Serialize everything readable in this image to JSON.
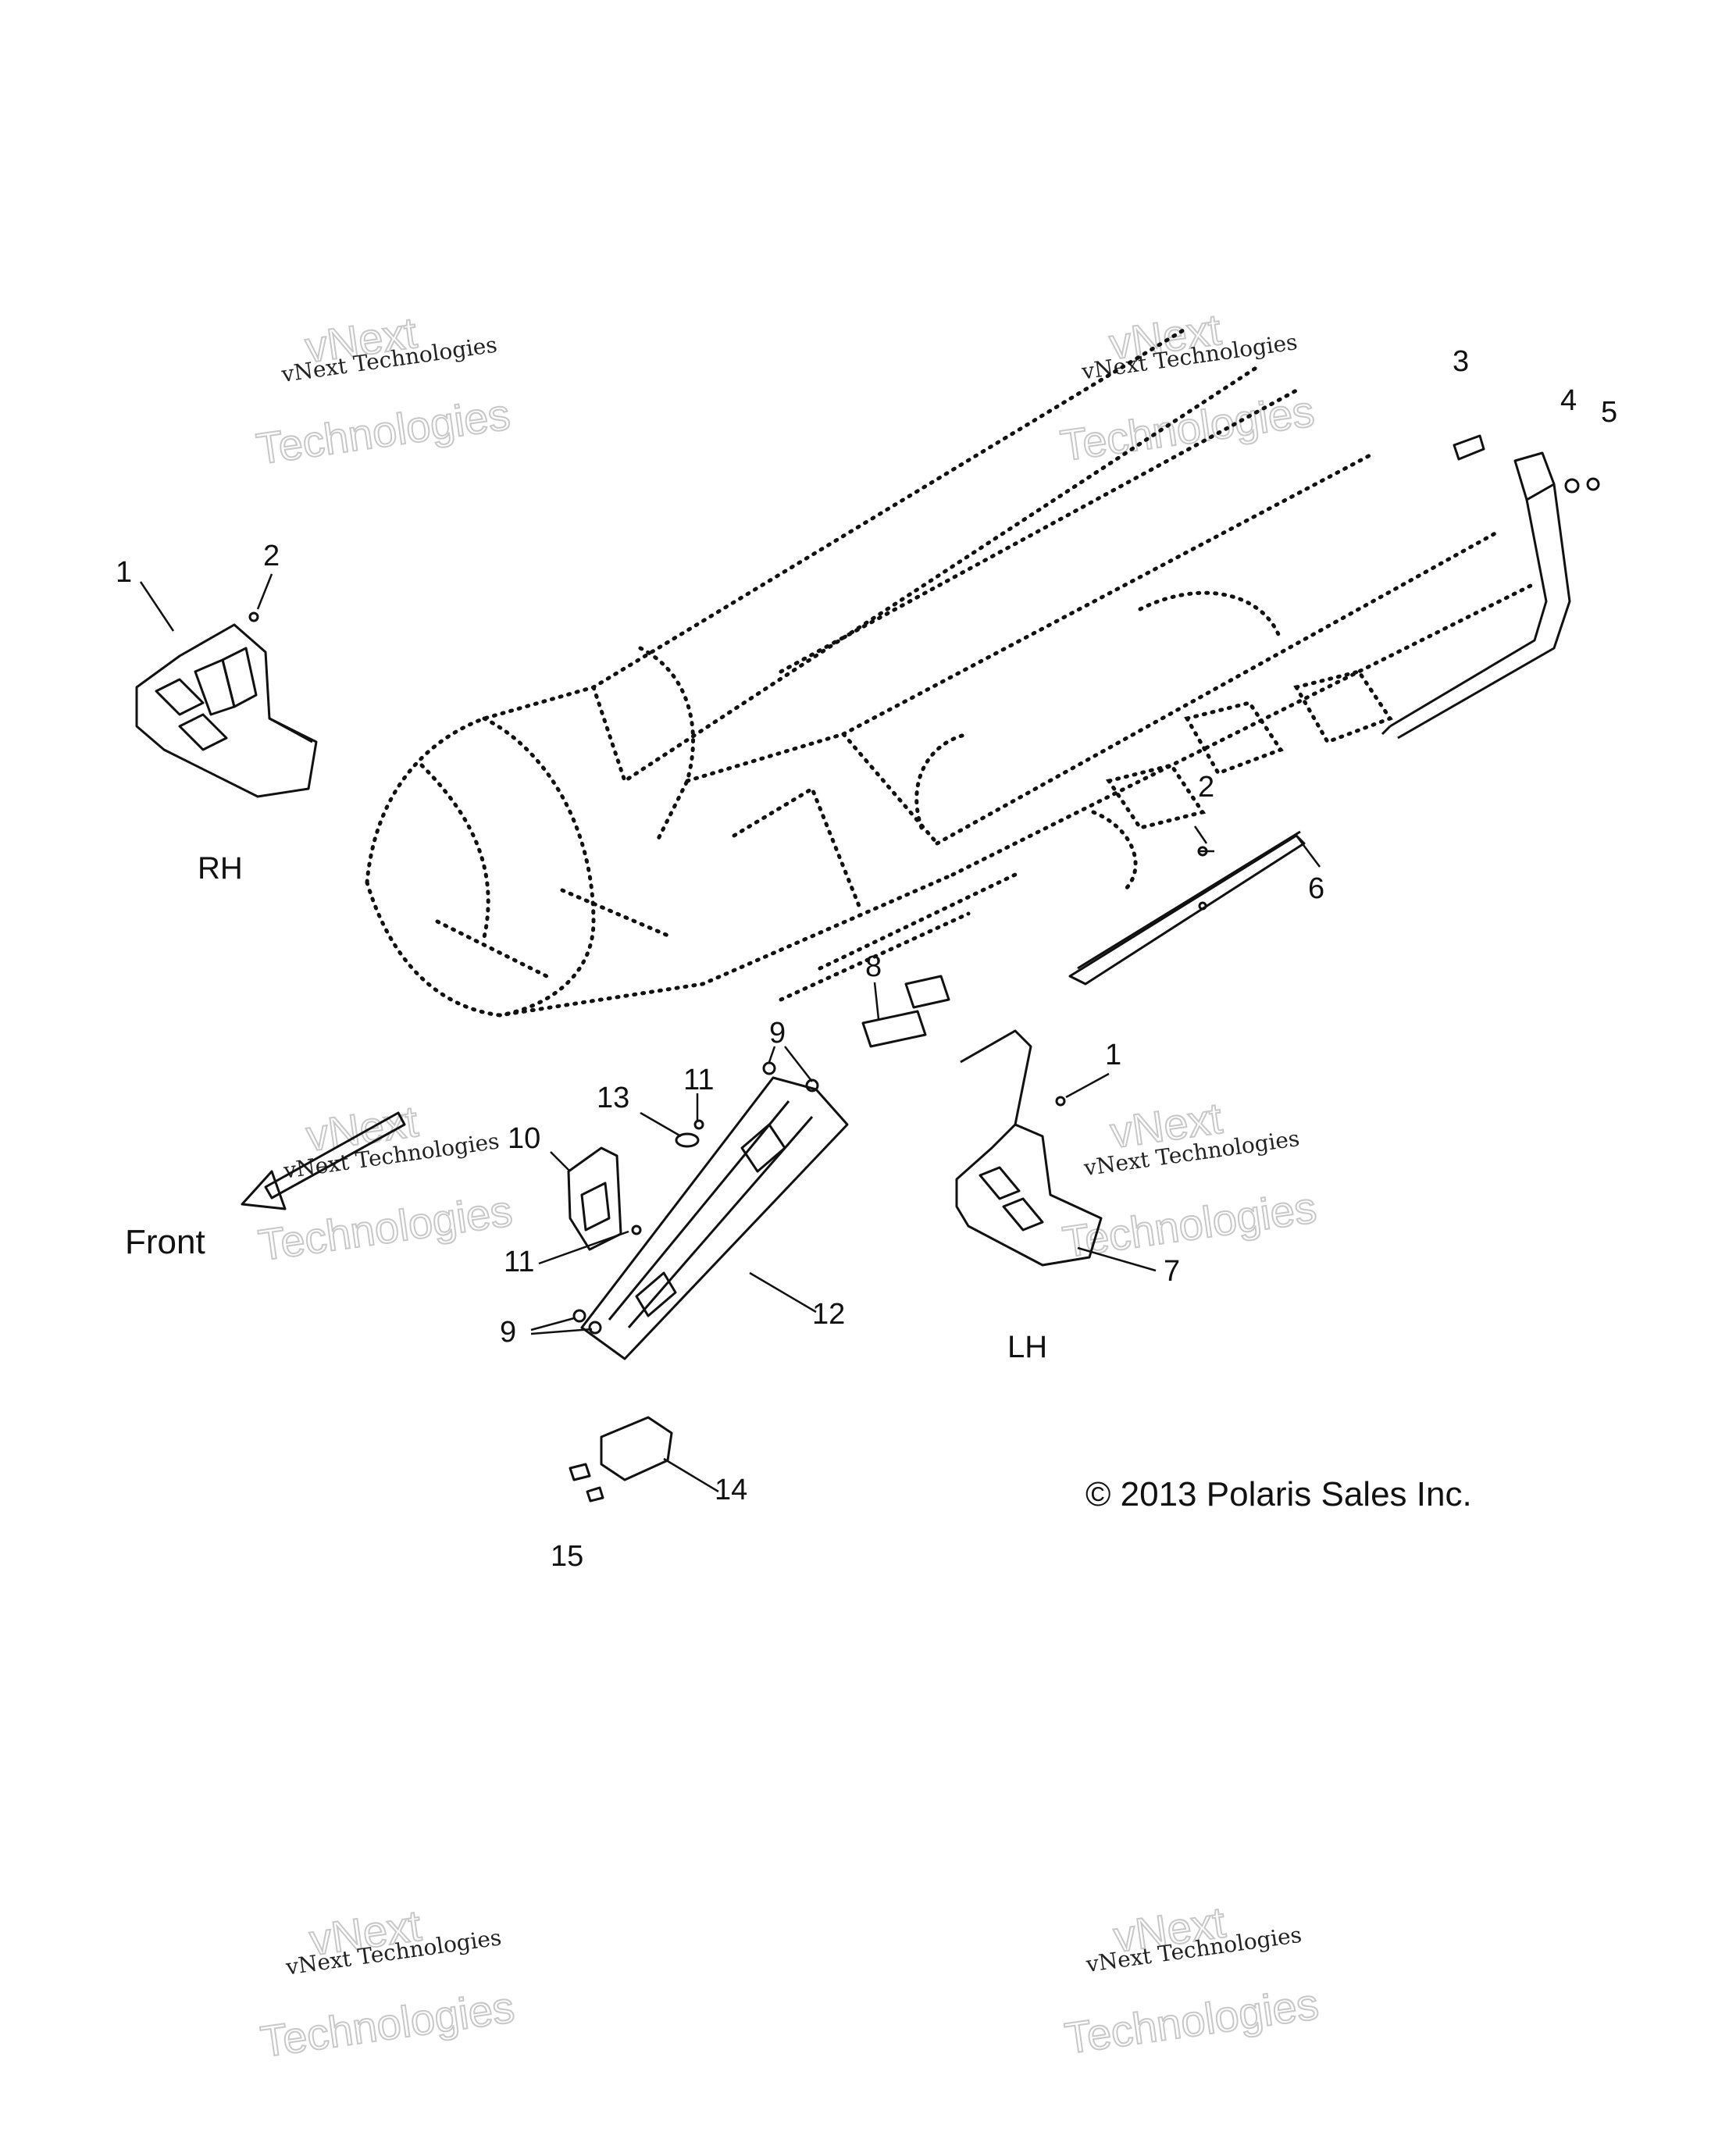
{
  "watermark": {
    "line1": "vNext",
    "line2": "vNext Technologies",
    "line3": "Technologies"
  },
  "labels": {
    "rh": "RH",
    "lh": "LH",
    "front": "Front",
    "copyright": "© 2013 Polaris Sales Inc."
  },
  "callouts": [
    {
      "id": "1a",
      "text": "1"
    },
    {
      "id": "2a",
      "text": "2"
    },
    {
      "id": "3",
      "text": "3"
    },
    {
      "id": "4",
      "text": "4"
    },
    {
      "id": "5",
      "text": "5"
    },
    {
      "id": "2b",
      "text": "2"
    },
    {
      "id": "6",
      "text": "6"
    },
    {
      "id": "9a",
      "text": "9"
    },
    {
      "id": "8",
      "text": "8"
    },
    {
      "id": "1b",
      "text": "1"
    },
    {
      "id": "11a",
      "text": "11"
    },
    {
      "id": "13",
      "text": "13"
    },
    {
      "id": "10",
      "text": "10"
    },
    {
      "id": "11b",
      "text": "11"
    },
    {
      "id": "9b",
      "text": "9"
    },
    {
      "id": "12",
      "text": "12"
    },
    {
      "id": "7",
      "text": "7"
    },
    {
      "id": "14",
      "text": "14"
    },
    {
      "id": "15",
      "text": "15"
    }
  ]
}
